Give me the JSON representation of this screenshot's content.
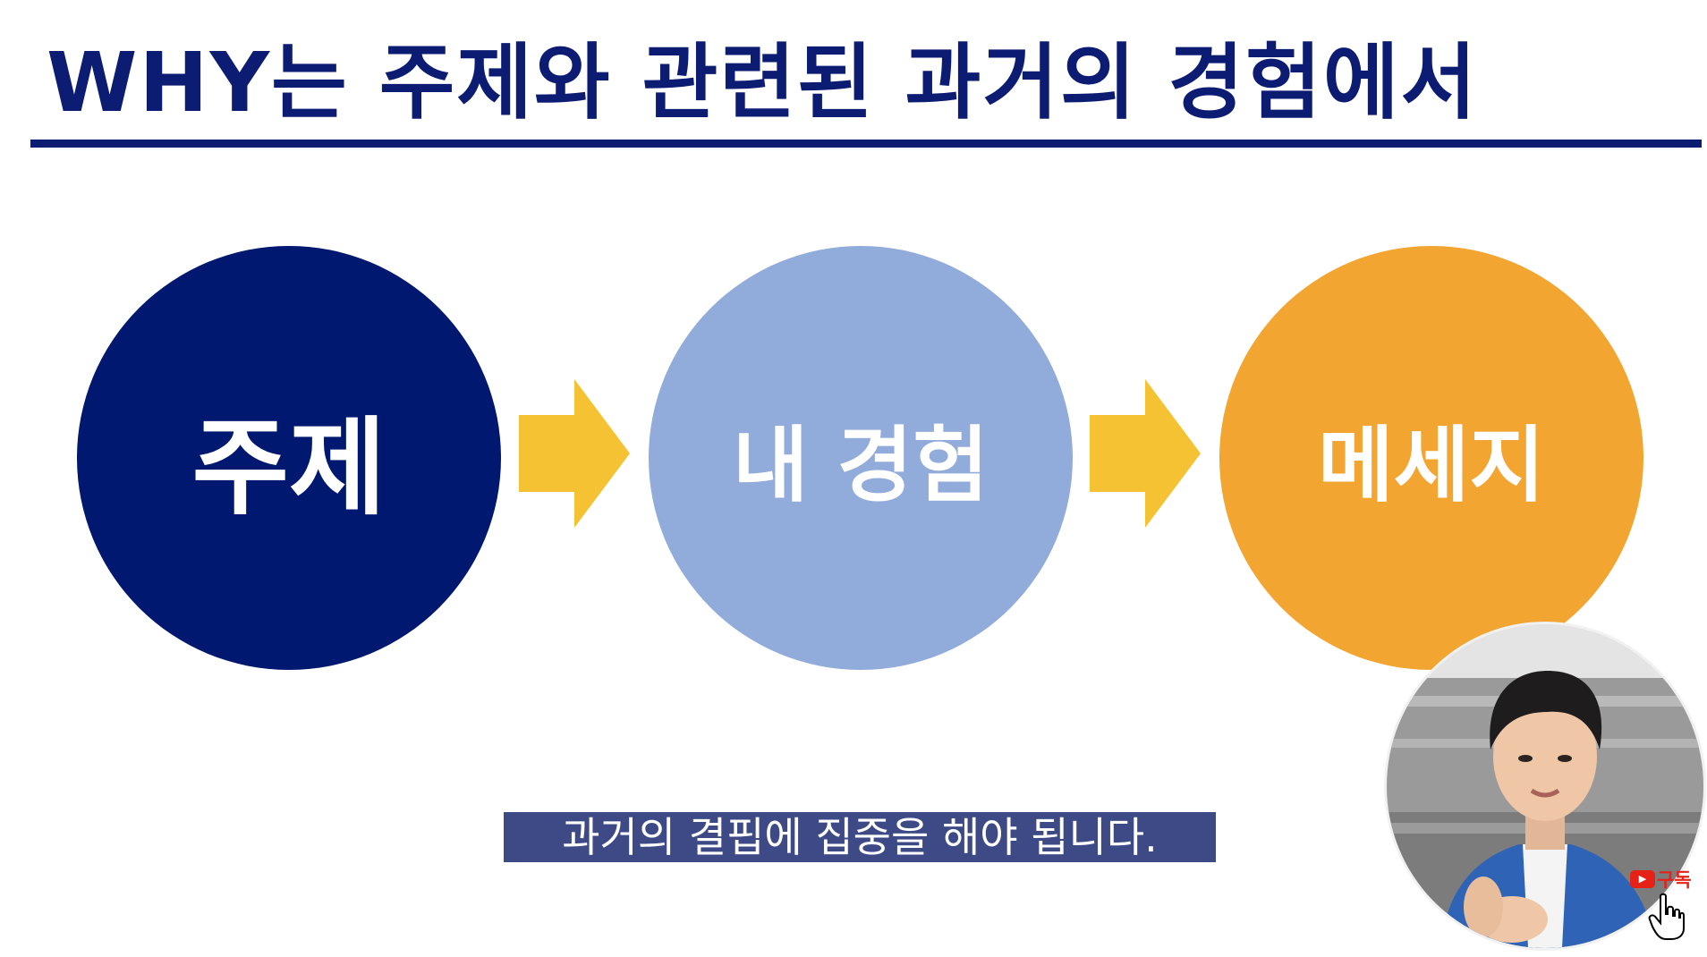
{
  "slide": {
    "title": "WHY는 주제와 관련된 과거의 경험에서",
    "steps": [
      {
        "label": "주제"
      },
      {
        "label": "내 경험"
      },
      {
        "label": "메세지"
      }
    ]
  },
  "caption": {
    "text": "과거의 결핍에 집중을 해야 됩니다."
  },
  "overlay": {
    "subscribe_label": "구독",
    "play_glyph": "▶"
  },
  "colors": {
    "title_navy": "#0c1c72",
    "circle_topic": "#00186f",
    "circle_experience": "#91abda",
    "circle_message": "#f2a531",
    "arrow_yellow": "#f4c233",
    "caption_bg": "#3d4a86",
    "youtube_red": "#e62117"
  },
  "icons": [
    "arrow-right-icon",
    "youtube-icon",
    "hand-cursor-icon"
  ]
}
